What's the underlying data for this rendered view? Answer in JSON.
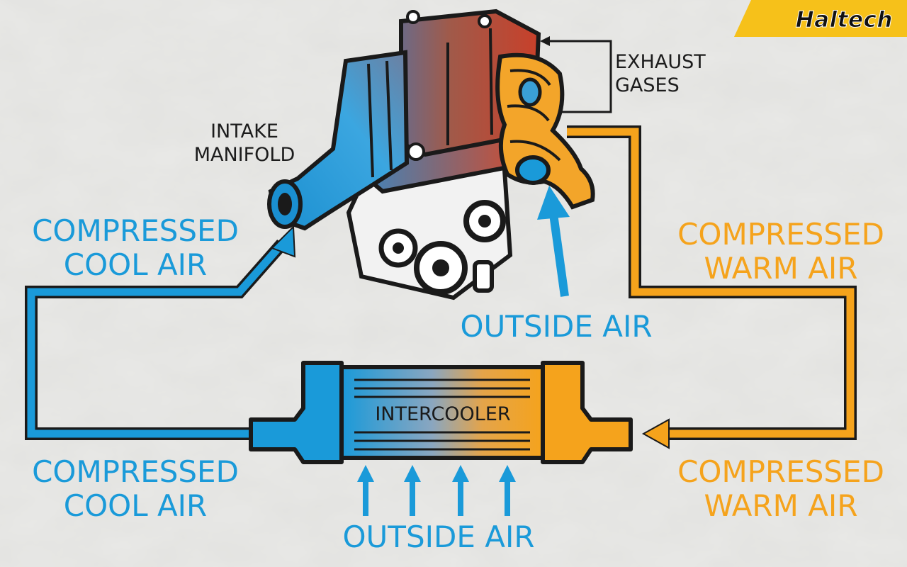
{
  "brand": {
    "logo_text": "Haltech",
    "accent": "#f6c11a"
  },
  "colors": {
    "cool": "#1a9ad9",
    "warm": "#f5a31c",
    "engine_red": "#b8402c",
    "outline": "#1a1a1a"
  },
  "engine": {
    "intake_label_line1": "INTAKE",
    "intake_label_line2": "MANIFOLD",
    "exhaust_label_line1": "EXHAUST",
    "exhaust_label_line2": "GASES"
  },
  "flow_labels": {
    "top_left_line1": "COMPRESSED",
    "top_left_line2": "COOL AIR",
    "bottom_left_line1": "COMPRESSED",
    "bottom_left_line2": "COOL AIR",
    "top_right_line1": "COMPRESSED",
    "top_right_line2": "WARM AIR",
    "bottom_right_line1": "COMPRESSED",
    "bottom_right_line2": "WARM AIR",
    "turbo_inlet": "OUTSIDE AIR",
    "intercooler_inlet": "OUTSIDE AIR"
  },
  "intercooler": {
    "label": "INTERCOOLER"
  }
}
